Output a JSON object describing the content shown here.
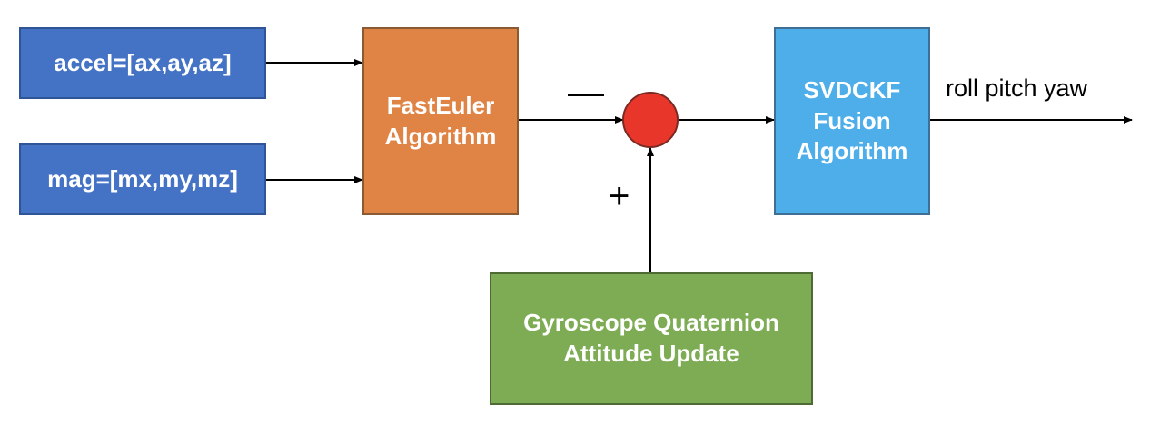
{
  "diagram": {
    "blocks": {
      "accel": {
        "label": "accel=[ax,ay,az]"
      },
      "mag": {
        "label": "mag=[mx,my,mz]"
      },
      "fasteuler": {
        "label": "FastEuler\nAlgorithm"
      },
      "svdckf": {
        "label": "SVDCKF\nFusion\nAlgorithm"
      },
      "gyro": {
        "label": "Gyroscope Quaternion\nAttitude Update"
      }
    },
    "signs": {
      "minus": "—",
      "plus": "+"
    },
    "output": {
      "label": "roll pitch yaw"
    },
    "colors": {
      "sensor_block": "#4472c4",
      "fasteuler_block": "#e08445",
      "svdckf_block": "#4daeea",
      "gyro_block": "#7eac55",
      "summing_junction": "#e8372a"
    }
  }
}
